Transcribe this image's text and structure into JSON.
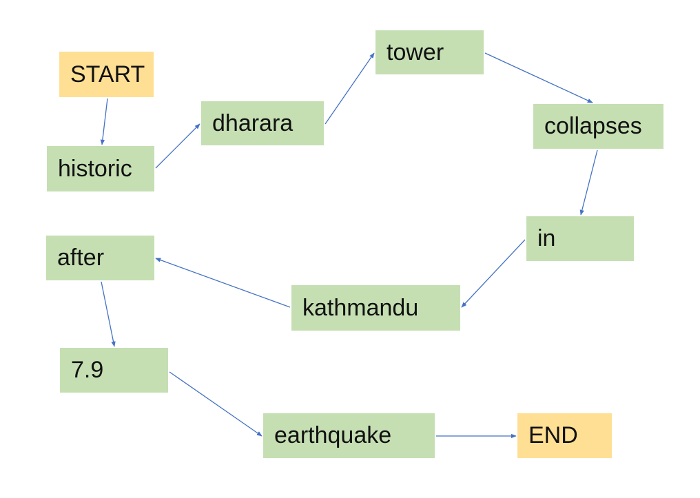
{
  "diagram": {
    "colors": {
      "word_fill": "#c5dfb3",
      "terminal_fill": "#fedf94",
      "arrow": "#4472c4"
    },
    "nodes": {
      "start": "START",
      "historic": "historic",
      "dharara": "dharara",
      "tower": "tower",
      "collapses": "collapses",
      "in": "in",
      "kathmandu": "kathmandu",
      "after": "after",
      "n79": "7.9",
      "earthquake": "earthquake",
      "end": "END"
    },
    "edges": [
      [
        "start",
        "historic"
      ],
      [
        "historic",
        "dharara"
      ],
      [
        "dharara",
        "tower"
      ],
      [
        "tower",
        "collapses"
      ],
      [
        "collapses",
        "in"
      ],
      [
        "in",
        "kathmandu"
      ],
      [
        "kathmandu",
        "after"
      ],
      [
        "after",
        "n79"
      ],
      [
        "n79",
        "earthquake"
      ],
      [
        "earthquake",
        "end"
      ]
    ]
  }
}
